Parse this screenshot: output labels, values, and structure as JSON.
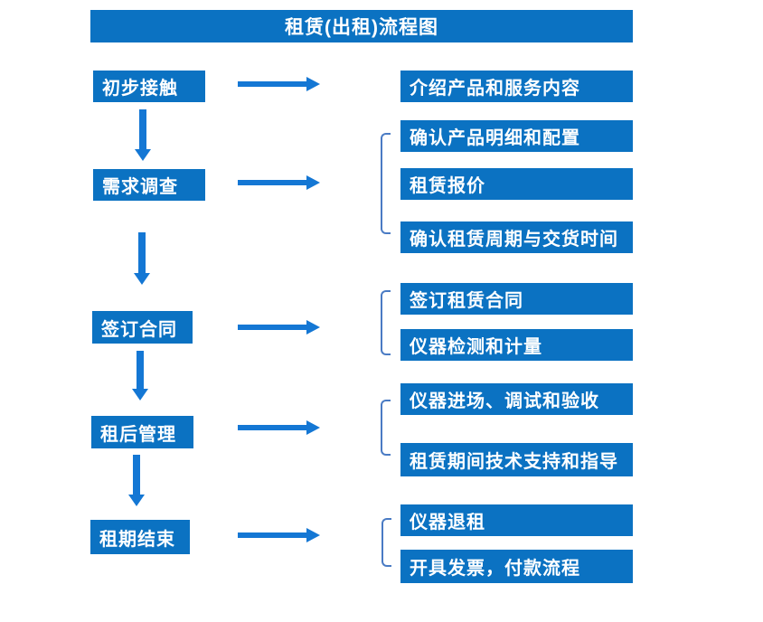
{
  "title": "租赁(出租)流程图",
  "colors": {
    "box_fill": "#0B72C2",
    "arrow": "#1477D4",
    "bracket": "#4A7BC4",
    "text": "#FFFFFF",
    "background": "#FFFFFF"
  },
  "steps": [
    {
      "label": "初步接触",
      "details": [
        "介绍产品和服务内容"
      ]
    },
    {
      "label": "需求调查",
      "details": [
        "确认产品明细和配置",
        "租赁报价",
        "确认租赁周期与交货时间"
      ]
    },
    {
      "label": "签订合同",
      "details": [
        "签订租赁合同",
        "仪器检测和计量"
      ]
    },
    {
      "label": "租后管理",
      "details": [
        "仪器进场、调试和验收",
        "租赁期间技术支持和指导"
      ]
    },
    {
      "label": "租期结束",
      "details": [
        "仪器退租",
        "开具发票，付款流程"
      ]
    }
  ]
}
